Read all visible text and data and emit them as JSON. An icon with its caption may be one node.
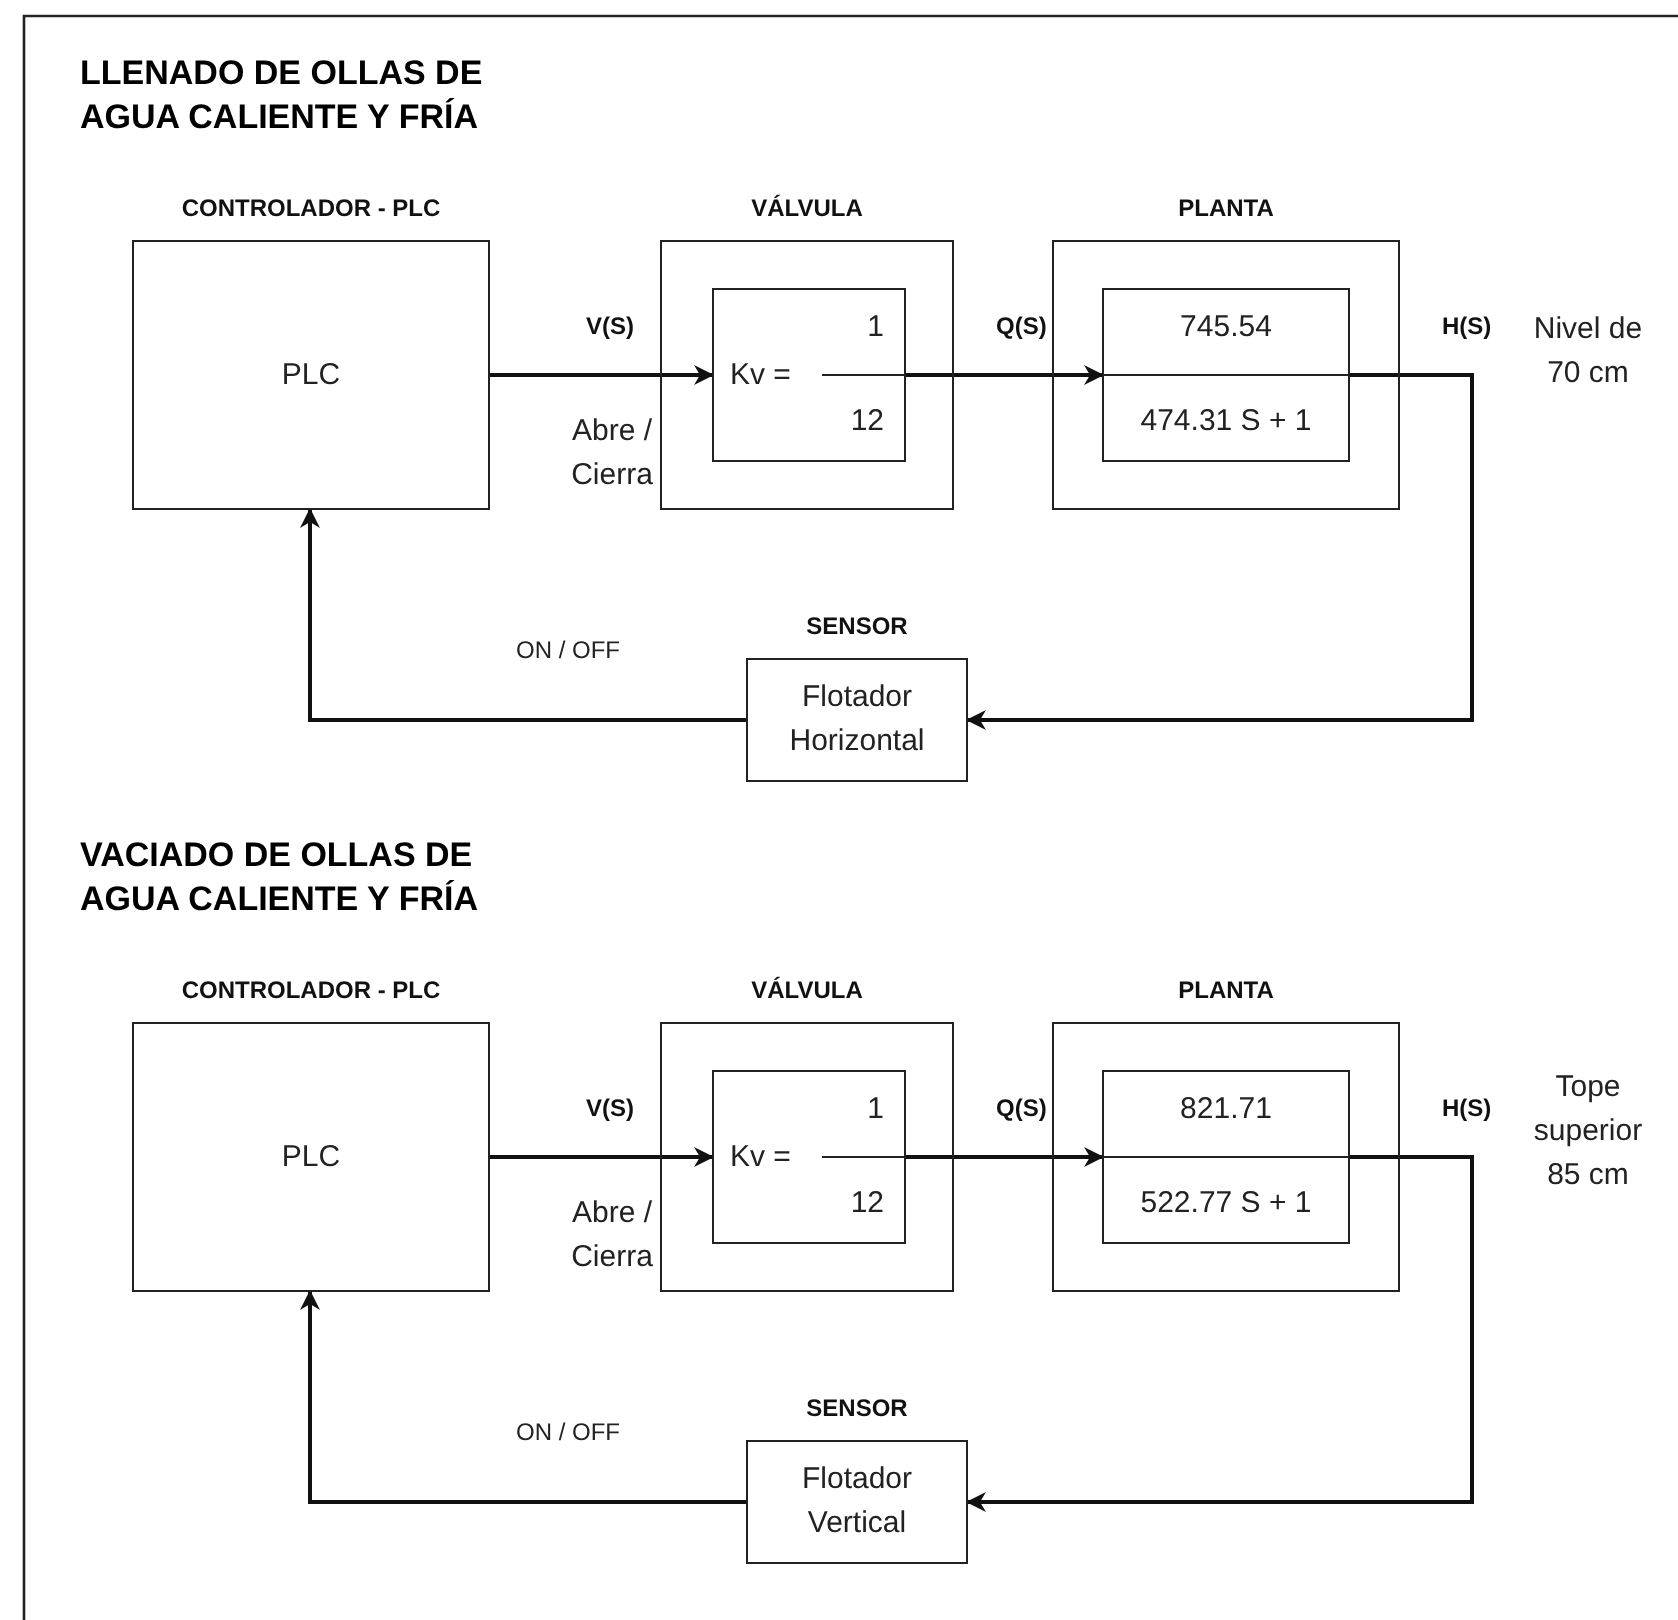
{
  "diagram": {
    "nodes": [
      {
        "text": [
          "CONTROLADOR - PLC",
          "PLC"
        ]
      },
      {
        "text": [
          "VÁLVULA"
        ]
      },
      {
        "text": [
          "Kv =",
          "1",
          "12"
        ],
        "in": 1
      },
      {
        "text": [
          "PLANTA"
        ]
      },
      {
        "text": [
          "745.54",
          "474.31 S + 1"
        ],
        "in": 3
      },
      {
        "text": [
          "SENSOR",
          "Flotador Horizontal"
        ]
      },
      {
        "text": [
          "CONTROLADOR - PLC",
          "PLC"
        ]
      },
      {
        "text": [
          "VÁLVULA"
        ]
      },
      {
        "text": [
          "Kv =",
          "1",
          "12"
        ],
        "in": 7
      },
      {
        "text": [
          "PLANTA"
        ]
      },
      {
        "text": [
          "821.71",
          "522.77 S + 1"
        ],
        "in": 9
      },
      {
        "text": [
          "SENSOR",
          "Flotador Vertical"
        ]
      }
    ],
    "edges": [
      {
        "from": 0,
        "to": 2,
        "arrow": "to",
        "label": "V(S)"
      },
      {
        "from": 2,
        "to": 4,
        "arrow": "to",
        "label": "Q(S)"
      },
      {
        "from": 4,
        "to": 5,
        "arrow": "to",
        "label": "H(S)"
      },
      {
        "from": 5,
        "to": 0,
        "arrow": "to",
        "label": "ON / OFF"
      },
      {
        "from": 6,
        "to": 8,
        "arrow": "to",
        "label": "V(S)"
      },
      {
        "from": 8,
        "to": 10,
        "arrow": "to",
        "label": "Q(S)"
      },
      {
        "from": 10,
        "to": 11,
        "arrow": "to",
        "label": "H(S)"
      },
      {
        "from": 11,
        "to": 6,
        "arrow": "to",
        "label": "ON / OFF"
      }
    ],
    "labels": [
      "LLENADO DE OLLAS DE AGUA CALIENTE Y FRÍA",
      "Abre / Cierra",
      "Nivel de 70 cm",
      "VACIADO DE OLLAS DE AGUA CALIENTE Y FRÍA",
      "Abre / Cierra",
      "Tope superior 85 cm"
    ]
  }
}
